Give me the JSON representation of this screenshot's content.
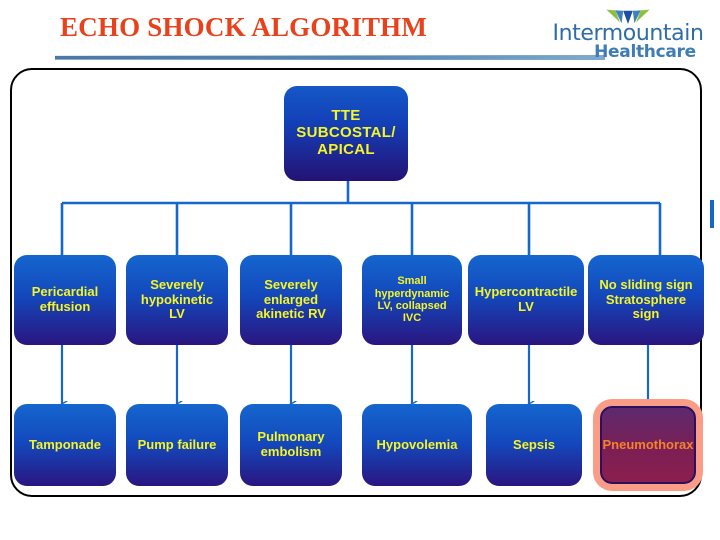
{
  "header": {
    "title": "ECHO SHOCK ALGORITHM",
    "title_color": "#E8411C",
    "rule_color": "#5585B5"
  },
  "logo": {
    "word_1": "Intermountain",
    "word_2": "Healthcare",
    "mark_name": "intermountain-crown-icon",
    "color_primary": "#2E6DA8",
    "color_secondary": "#3D7CB5"
  },
  "diagram": {
    "node_text_color": "#F5F528",
    "node_fill_top": "#1566CF",
    "node_fill_bottom": "#2A1580",
    "connector_color": "#1668C8",
    "frame_color": "#000000",
    "root": {
      "id": "tte-subcostal-apical",
      "lines": [
        "TTE",
        "SUBCOSTAL/",
        "APICAL"
      ]
    },
    "findings": [
      {
        "id": "pericardial-effusion",
        "lines": [
          "Pericardial",
          "effusion"
        ],
        "font_size": 13
      },
      {
        "id": "severely-hypokinetic-lv",
        "lines": [
          "Severely",
          "hypokinetic",
          "LV"
        ],
        "font_size": 13
      },
      {
        "id": "severely-enlarged-akinetic-rv",
        "lines": [
          "Severely",
          "enlarged",
          "akinetic RV"
        ],
        "font_size": 13
      },
      {
        "id": "small-hyperdynamic-lv",
        "lines": [
          "Small",
          "hyperdynamic",
          "LV, collapsed",
          "IVC"
        ],
        "font_size": 11
      },
      {
        "id": "hypercontractile-lv",
        "lines": [
          "Hypercontractile",
          "LV"
        ],
        "font_size": 13
      },
      {
        "id": "no-sliding-sign",
        "lines": [
          "No sliding sign",
          "Stratosphere",
          "sign"
        ],
        "font_size": 13
      }
    ],
    "diagnoses": [
      {
        "id": "tamponade",
        "lines": [
          "Tamponade"
        ],
        "font_size": 13,
        "highlight": false
      },
      {
        "id": "pump-failure",
        "lines": [
          "Pump failure"
        ],
        "font_size": 13,
        "highlight": false
      },
      {
        "id": "pulmonary-embolism",
        "lines": [
          "Pulmonary",
          "embolism"
        ],
        "font_size": 13,
        "highlight": false
      },
      {
        "id": "hypovolemia",
        "lines": [
          "Hypovolemia"
        ],
        "font_size": 13,
        "highlight": false
      },
      {
        "id": "sepsis",
        "lines": [
          "Sepsis"
        ],
        "font_size": 13,
        "highlight": false
      },
      {
        "id": "pneumothorax",
        "lines": [
          "Pneumothorax"
        ],
        "font_size": 13,
        "highlight": true,
        "highlight_fill": "#7B1F55",
        "highlight_glow": "#FB9C86",
        "highlight_text": "#F4822A"
      }
    ]
  }
}
